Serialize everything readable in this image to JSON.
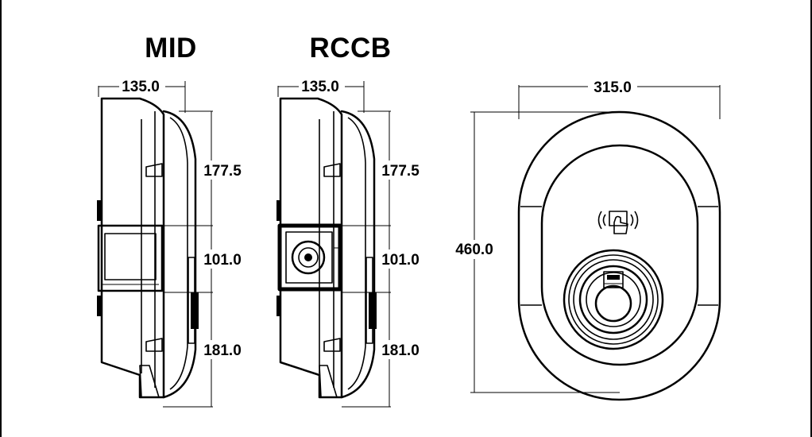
{
  "views": {
    "mid": {
      "title": "MID",
      "depth": "135.0",
      "segments": [
        "177.5",
        "101.0",
        "181.0"
      ]
    },
    "rccb": {
      "title": "RCCB",
      "depth": "135.0",
      "segments": [
        "177.5",
        "101.0",
        "181.0"
      ]
    },
    "front": {
      "width": "315.0",
      "height": "460.0",
      "rfid_icon": "rfid-card-icon",
      "socket_icon": "type2-socket-icon"
    }
  }
}
